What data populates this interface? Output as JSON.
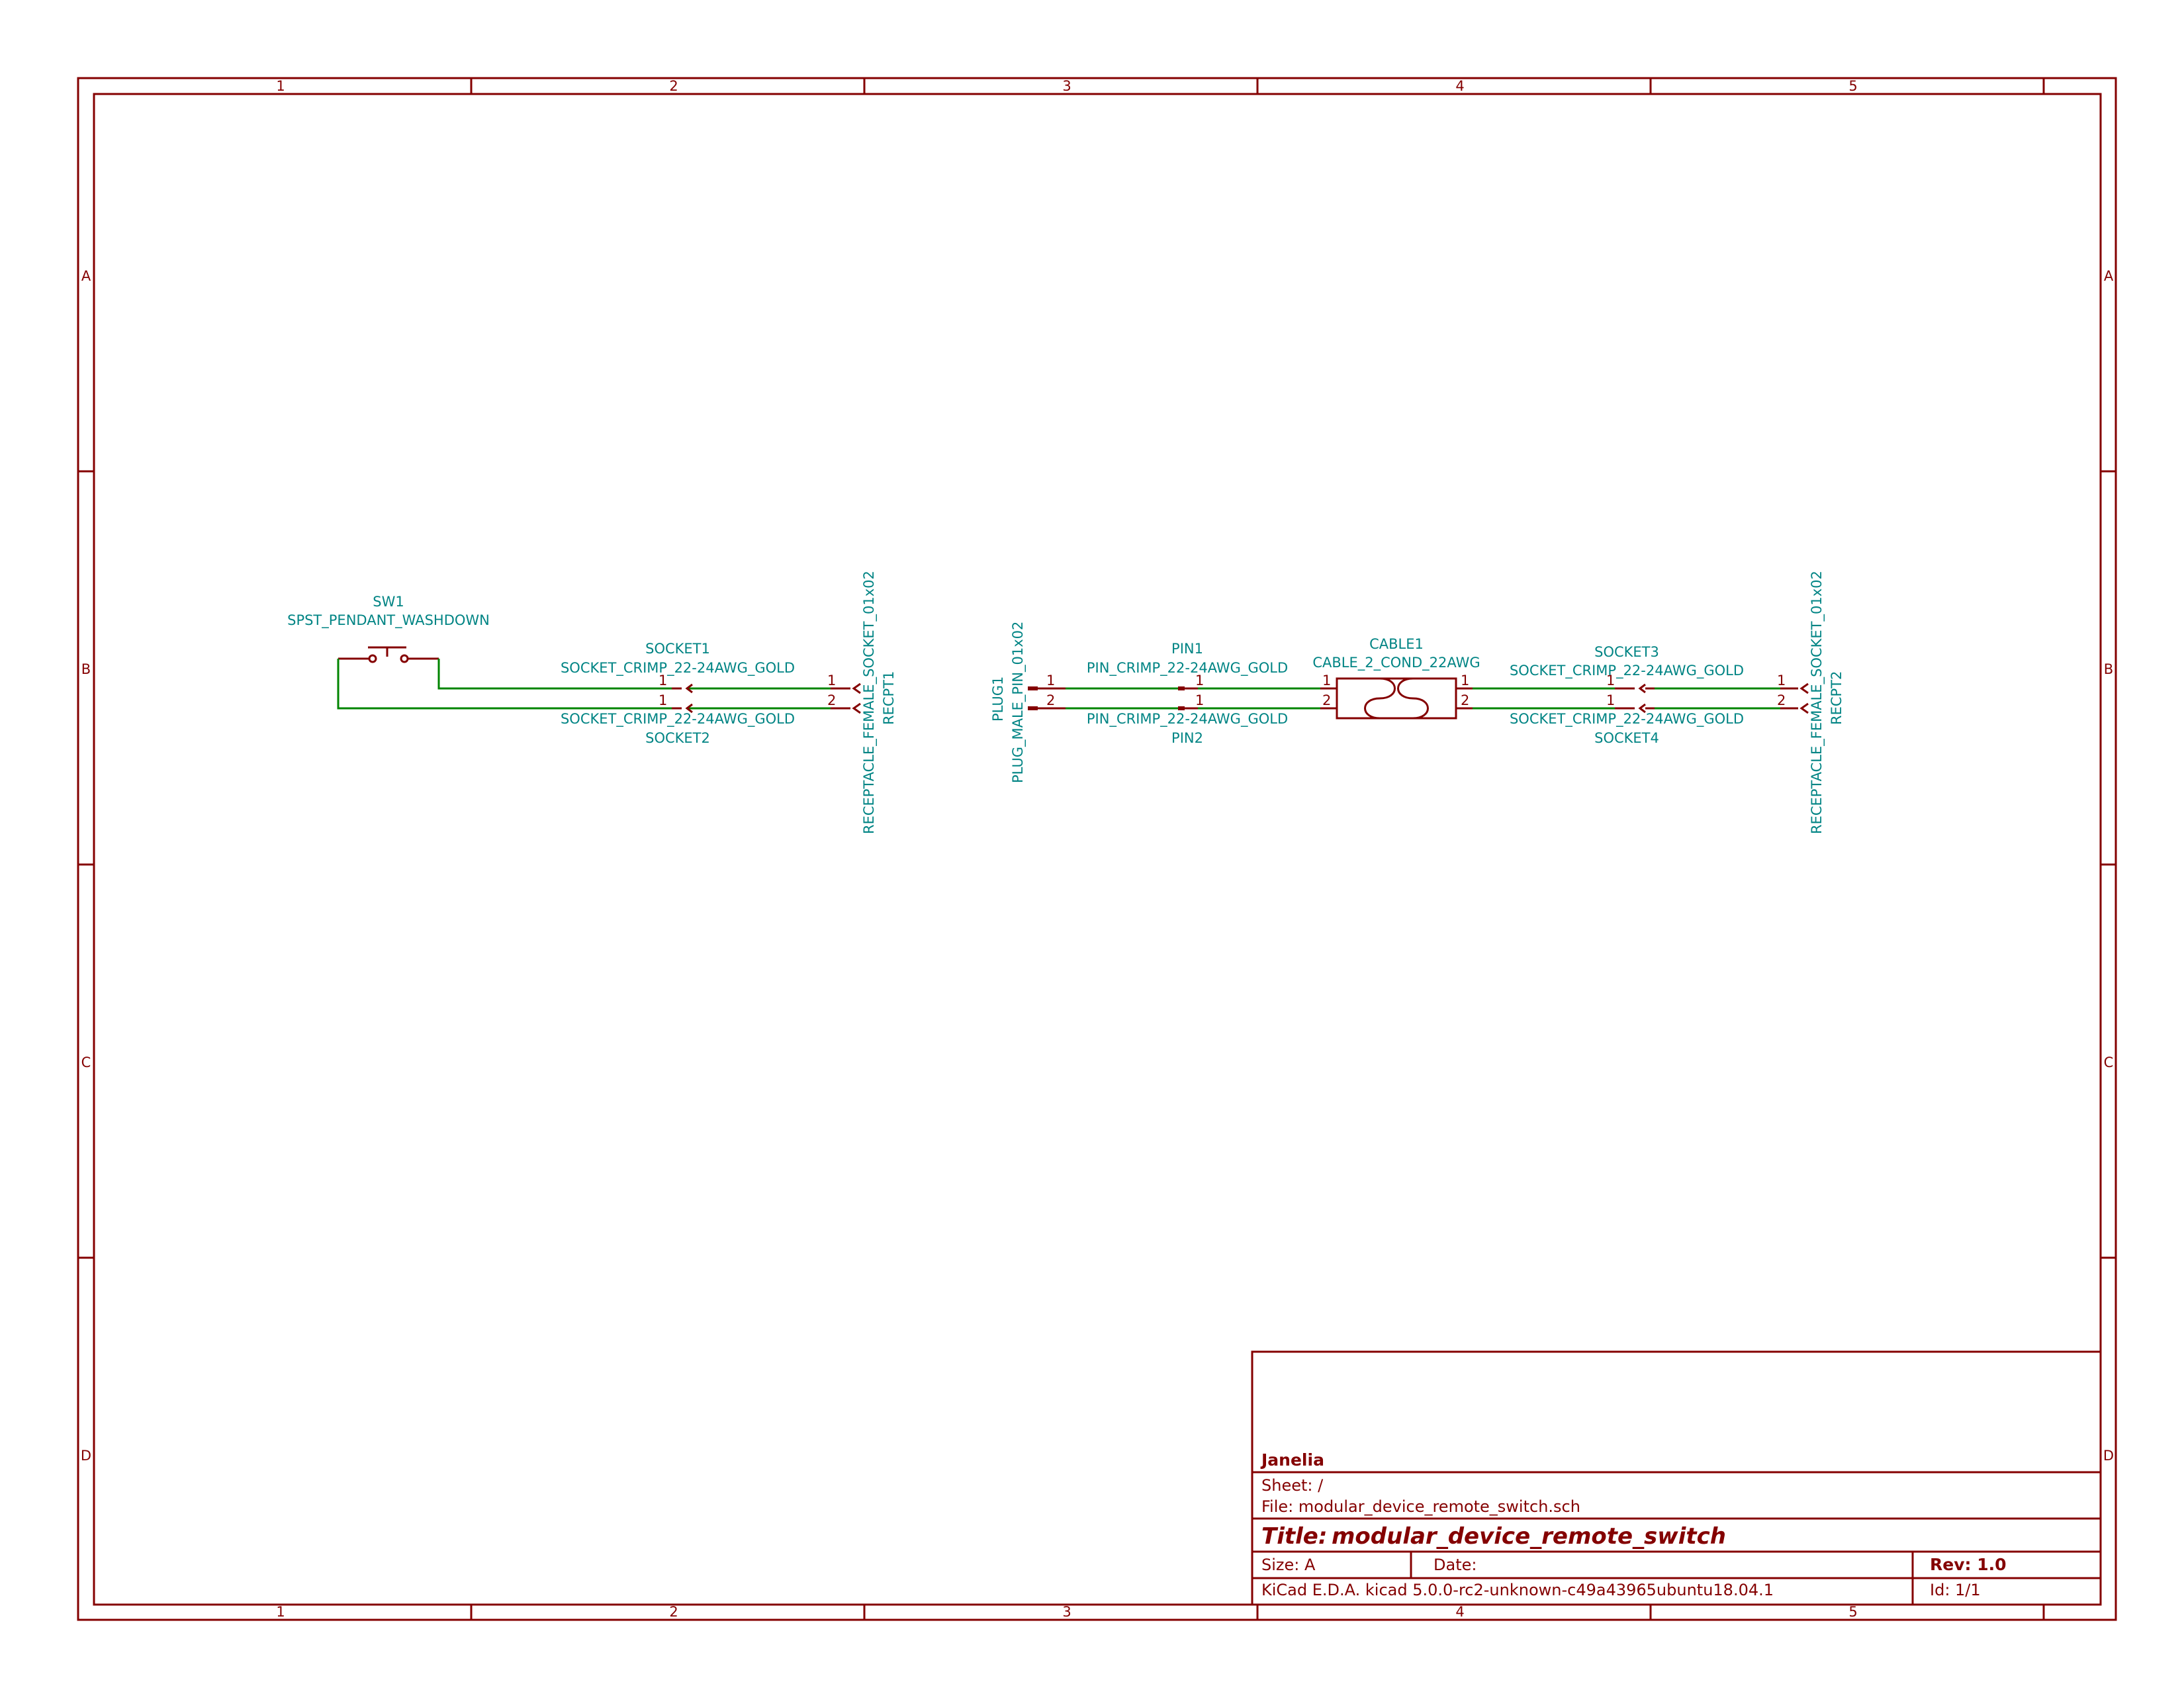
{
  "sheet": {
    "columns": [
      "1",
      "2",
      "3",
      "4",
      "5"
    ],
    "rows": [
      "A",
      "B",
      "C",
      "D"
    ]
  },
  "components": {
    "sw1": {
      "ref": "SW1",
      "value": "SPST_PENDANT_WASHDOWN"
    },
    "socket1": {
      "ref": "SOCKET1",
      "value": "SOCKET_CRIMP_22-24AWG_GOLD",
      "pin": "1"
    },
    "socket2": {
      "ref": "SOCKET2",
      "value": "SOCKET_CRIMP_22-24AWG_GOLD",
      "pin": "1"
    },
    "recpt1": {
      "ref": "RECPT1",
      "value": "RECEPTACLE_FEMALE_SOCKET_01x02",
      "pins": [
        "1",
        "2"
      ]
    },
    "plug1": {
      "ref": "PLUG1",
      "value": "PLUG_MALE_PIN_01x02",
      "pins": [
        "1",
        "2"
      ]
    },
    "pin1": {
      "ref": "PIN1",
      "value": "PIN_CRIMP_22-24AWG_GOLD",
      "pin": "1"
    },
    "pin2": {
      "ref": "PIN2",
      "value": "PIN_CRIMP_22-24AWG_GOLD",
      "pin": "1"
    },
    "cable1": {
      "ref": "CABLE1",
      "value": "CABLE_2_COND_22AWG",
      "pins": [
        "1",
        "2"
      ]
    },
    "socket3": {
      "ref": "SOCKET3",
      "value": "SOCKET_CRIMP_22-24AWG_GOLD",
      "pin": "1"
    },
    "socket4": {
      "ref": "SOCKET4",
      "value": "SOCKET_CRIMP_22-24AWG_GOLD",
      "pin": "1"
    },
    "recpt2": {
      "ref": "RECPT2",
      "value": "RECEPTACLE_FEMALE_SOCKET_01x02",
      "pins": [
        "1",
        "2"
      ]
    }
  },
  "title_block": {
    "company": "Janelia",
    "sheet": "Sheet: /",
    "file": "File: modular_device_remote_switch.sch",
    "title_label": "Title:",
    "title": "modular_device_remote_switch",
    "size": "Size: A",
    "date": "Date:",
    "rev": "Rev: 1.0",
    "kicad": "KiCad E.D.A.  kicad 5.0.0-rc2-unknown-c49a43965ubuntu18.04.1",
    "id": "Id: 1/1"
  },
  "colors": {
    "frame": "#840000",
    "wire": "#008400",
    "label": "#008484"
  }
}
